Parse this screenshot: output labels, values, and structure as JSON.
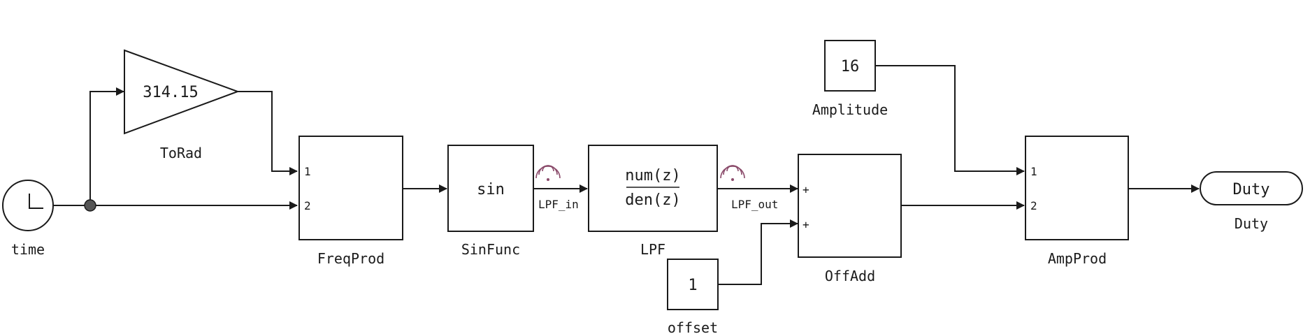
{
  "blocks": {
    "time": {
      "label": "time",
      "icon": "clock-icon"
    },
    "torad": {
      "label": "ToRad",
      "gain": "314.15"
    },
    "freqprod": {
      "label": "FreqProd",
      "port1": "1",
      "port2": "2"
    },
    "sinfunc": {
      "label": "SinFunc",
      "func": "sin"
    },
    "lpf": {
      "label": "LPF",
      "num": "num(z)",
      "den": "den(z)"
    },
    "amplitude": {
      "label": "Amplitude",
      "value": "16"
    },
    "offset": {
      "label": "offset",
      "value": "1"
    },
    "offadd": {
      "label": "OffAdd",
      "sign1": "+",
      "sign2": "+"
    },
    "ampprod": {
      "label": "AmpProd",
      "port1": "1",
      "port2": "2"
    },
    "duty": {
      "label": "Duty",
      "port_name": "Duty"
    }
  },
  "signals": {
    "lpf_in": "LPF_in",
    "lpf_out": "LPF_out"
  },
  "colors": {
    "line": "#1a1a1a",
    "signal_icon": "#8a4a6a",
    "background": "#ffffff"
  }
}
